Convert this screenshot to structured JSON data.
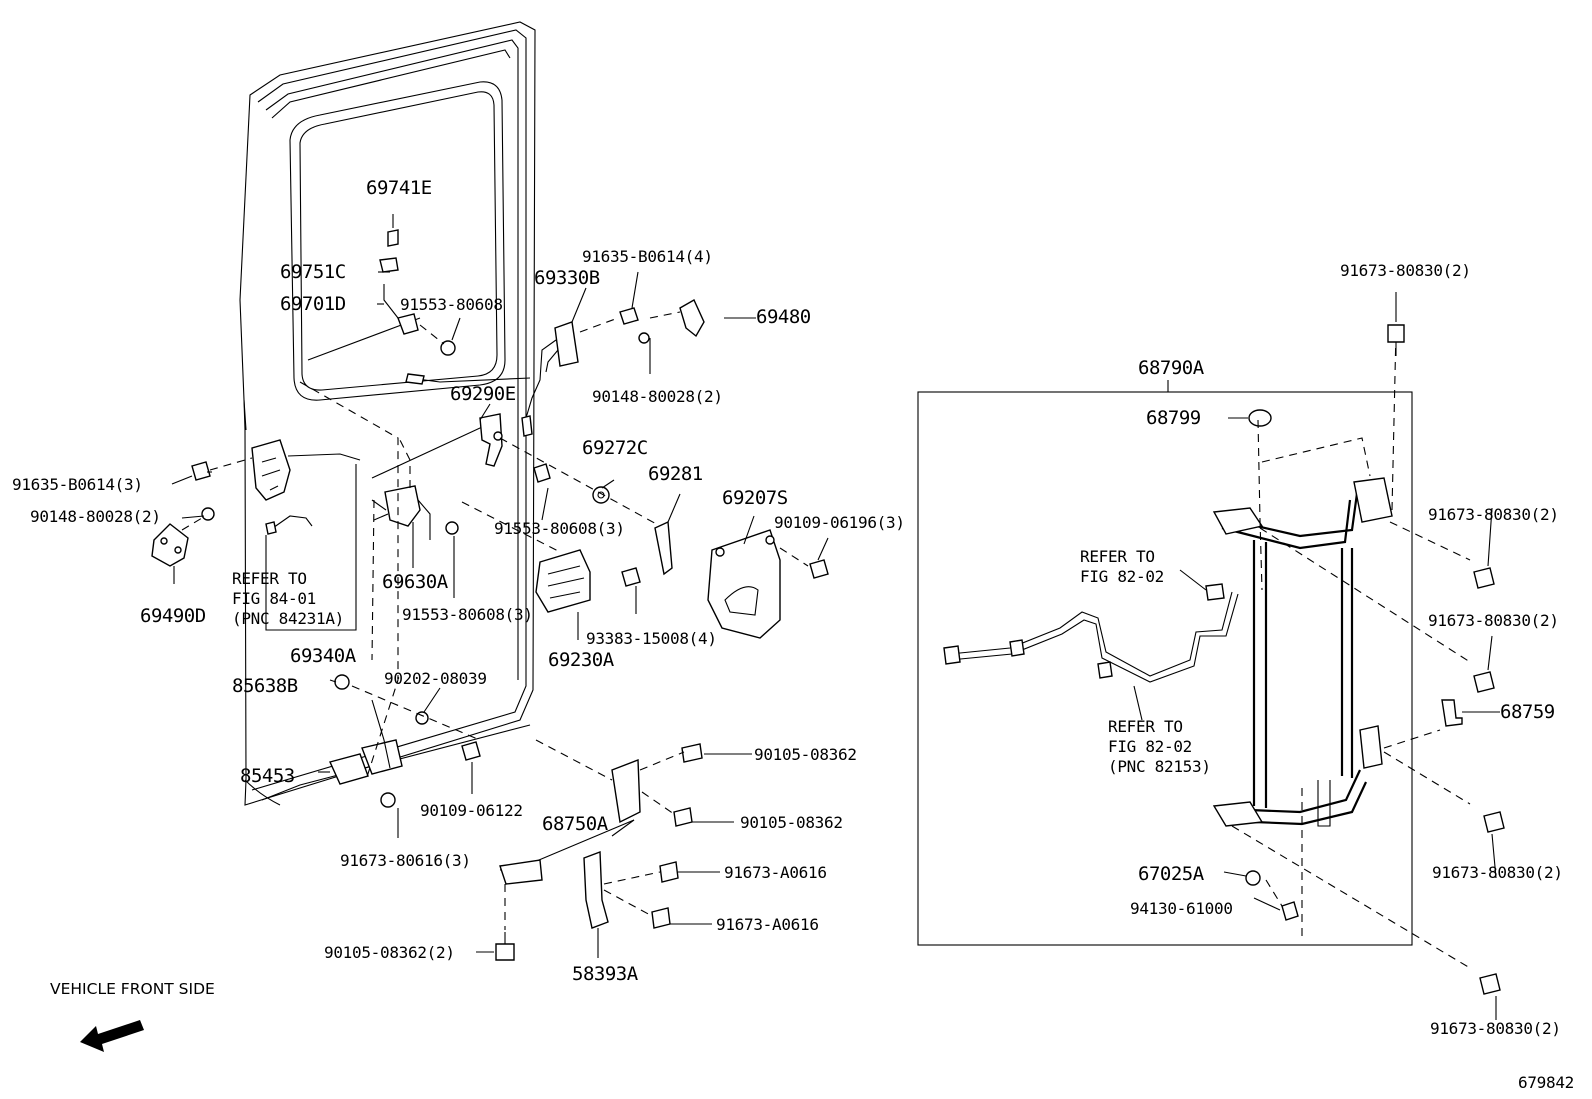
{
  "diagram": {
    "figure_id": "679842",
    "orientation_note": "VEHICLE FRONT SIDE",
    "assembly_box_label": "68790A",
    "callouts": {
      "p69741E": "69741E",
      "p69751C": "69751C",
      "p69701D": "69701D",
      "p91553_80608": "91553-80608",
      "p69330B": "69330B",
      "p91635_B0614_4": "91635-B0614(4)",
      "p69480": "69480",
      "p90148_80028_2_top": "90148-80028(2)",
      "p69290E": "69290E",
      "p91635_B0614_3": "91635-B0614(3)",
      "p90148_80028_2_left": "90148-80028(2)",
      "p69490D": "69490D",
      "p69272C": "69272C",
      "p69281": "69281",
      "p69207S": "69207S",
      "p90109_06196_3": "90109-06196(3)",
      "p91553_80608_3_a": "91553-80608(3)",
      "p69630A": "69630A",
      "p91553_80608_3_b": "91553-80608(3)",
      "p93383_15008_4": "93383-15008(4)",
      "p69230A": "69230A",
      "p69340A": "69340A",
      "p85638B": "85638B",
      "p90202_08039": "90202-08039",
      "p85453": "85453",
      "p90109_06122": "90109-06122",
      "p91673_80616_3": "91673-80616(3)",
      "p90105_08362_a": "90105-08362",
      "p68750A": "68750A",
      "p90105_08362_b": "90105-08362",
      "p91673_A0616_a": "91673-A0616",
      "p91673_A0616_b": "91673-A0616",
      "p90105_08362_2": "90105-08362(2)",
      "p58393A": "58393A",
      "p91673_80830_2_top": "91673-80830(2)",
      "p68799": "68799",
      "p91673_80830_2_r1": "91673-80830(2)",
      "p91673_80830_2_r2": "91673-80830(2)",
      "p68759": "68759",
      "p91673_80830_2_r3": "91673-80830(2)",
      "p67025A": "67025A",
      "p94130_61000": "94130-61000",
      "p91673_80830_2_bot": "91673-80830(2)"
    },
    "refs": {
      "left": [
        "REFER TO",
        "FIG 84-01",
        "(PNC 84231A)"
      ],
      "right_top": [
        "REFER TO",
        "FIG 82-02"
      ],
      "right_mid": [
        "REFER TO",
        "FIG 82-02",
        "(PNC 82153)"
      ]
    }
  }
}
